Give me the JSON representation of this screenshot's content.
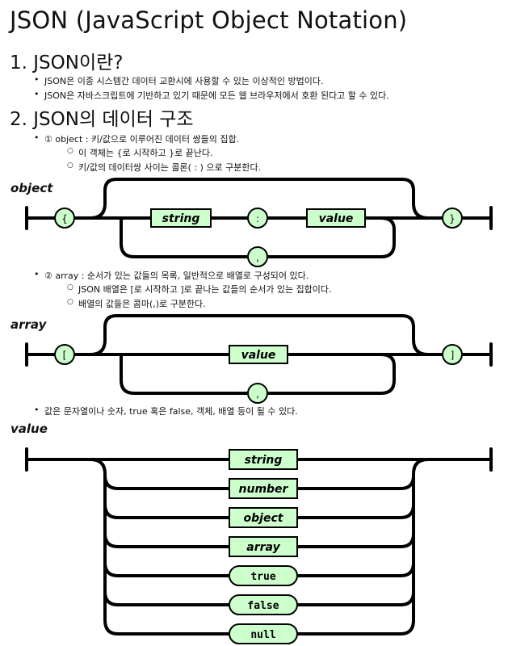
{
  "title": "JSON (JavaScript Object Notation)",
  "section1": {
    "heading": "1. JSON이란?",
    "bullets": [
      "JSON은 이종 시스템간 데이터 교환시에 사용할 수 있는 이상적인 방법이다.",
      "JSON은 자바스크립트에 기반하고 있기 때문에 모든 웹 브라우저에서 호환 된다고 할 수 있다."
    ]
  },
  "section2": {
    "heading": "2. JSON의 데이터 구조",
    "object_bullet": "① object : 키/값으로 이루어진 데이터 쌍들의 집합.",
    "object_sub": [
      "이 객체는 {로 시작하고 }로 끝난다.",
      "키/값의 데이터쌍 사이는 콜론( : ) 으로 구분한다."
    ],
    "array_bullet": "② array : 순서가 있는 값들의 목록, 일반적으로 배열로 구성되어 있다.",
    "array_sub": [
      "JSON 배열은 [로 시작하고 ]로 끝나는 값들의 순서가 있는 집합이다.",
      "배열의 값들은 콤마(,)로 구분한다."
    ],
    "value_bullet": "값은 문자열이나 숫자, true 혹은 false, 객체, 배열 등이 될 수 있다."
  },
  "diagrams": {
    "object": {
      "label": "object",
      "open": "{",
      "close": "}",
      "key_box": "string",
      "colon": ":",
      "value_box": "value",
      "separator": ","
    },
    "array": {
      "label": "array",
      "open": "[",
      "close": "]",
      "value_box": "value",
      "separator": ","
    },
    "value": {
      "label": "value",
      "options": [
        "string",
        "number",
        "object",
        "array",
        "true",
        "false",
        "null"
      ]
    }
  },
  "colors": {
    "box_fill": "#ccffcc",
    "line": "#000000"
  }
}
